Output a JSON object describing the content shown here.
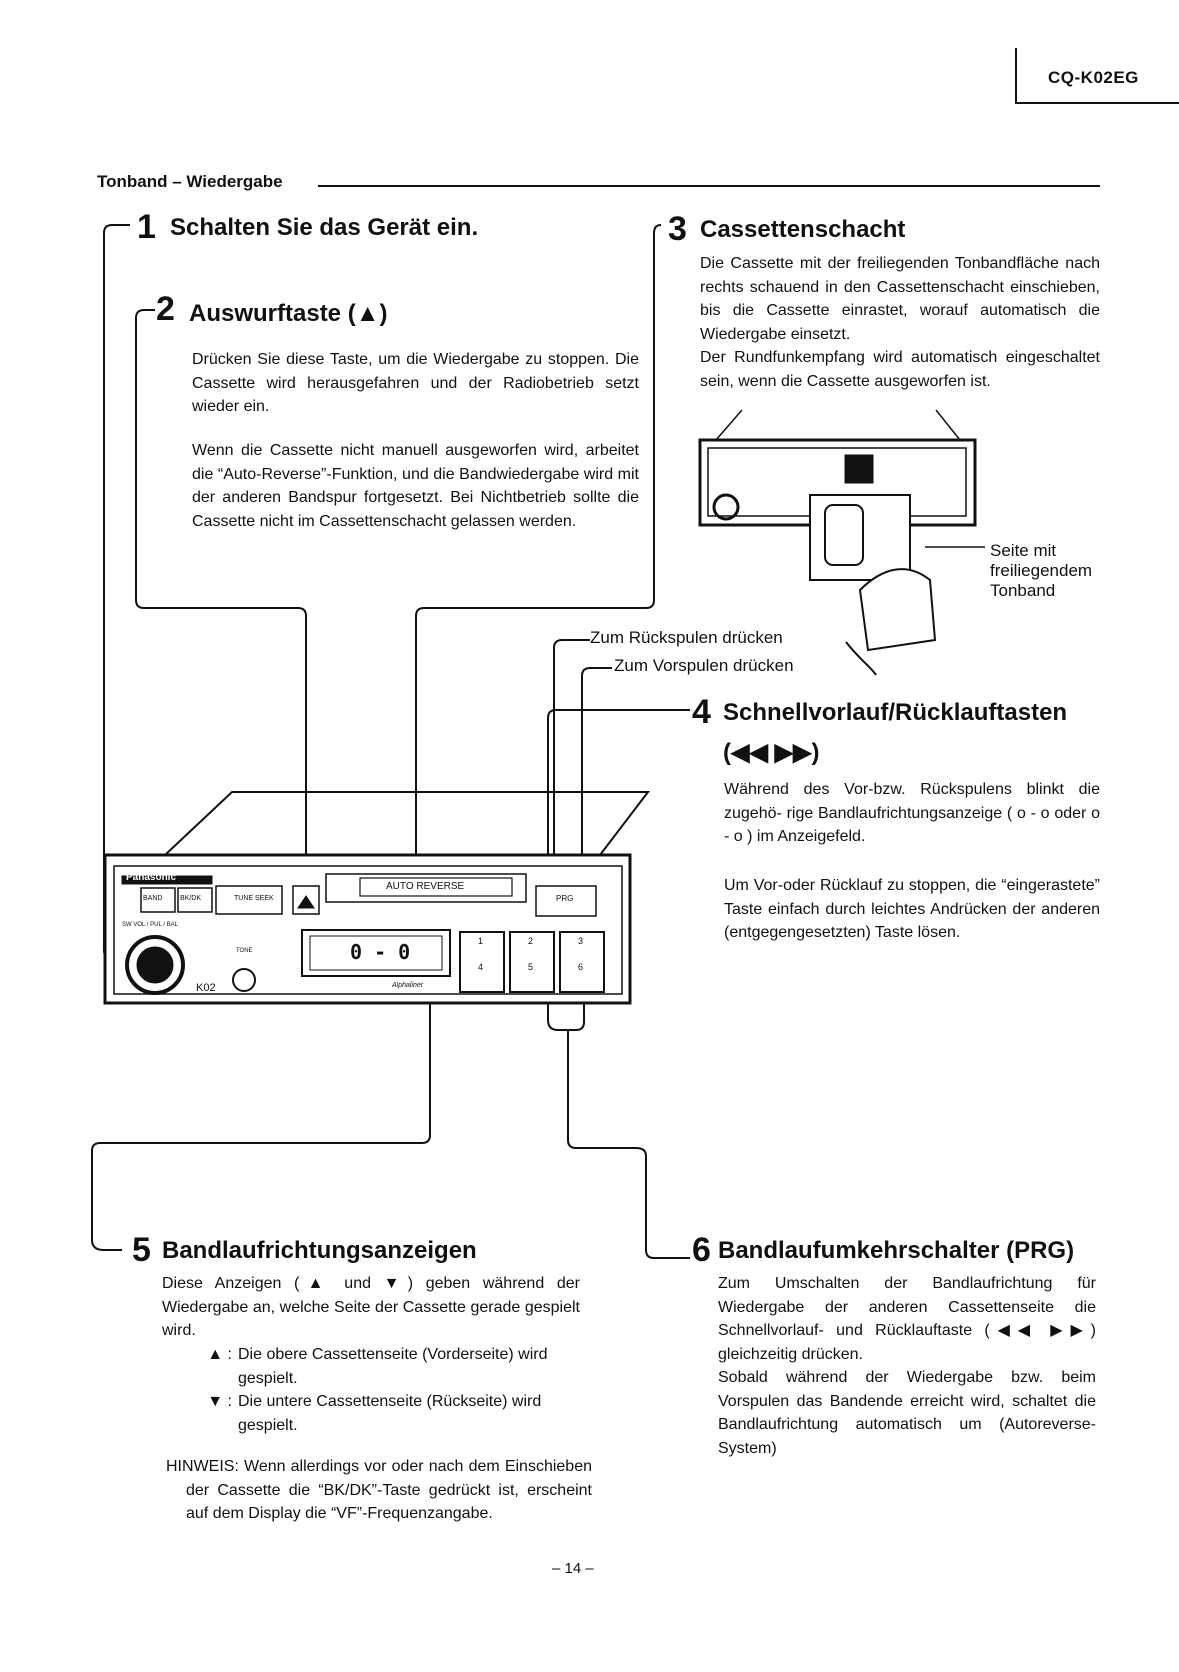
{
  "header": {
    "model": "CQ-K02EG"
  },
  "section_title": "Tonband – Wiedergabe",
  "item1": {
    "number": "1",
    "title": "Schalten Sie das Gerät ein."
  },
  "item2": {
    "number": "2",
    "title": "Auswurftaste (▲)",
    "para1": "Drücken Sie diese Taste, um die Wiedergabe zu stoppen. Die Cassette wird herausgefahren und der Radiobetrieb setzt wieder ein.",
    "para2": "Wenn die Cassette nicht manuell ausgeworfen wird, arbeitet die “Auto-Reverse”-Funktion, und die Bandwiedergabe wird mit der anderen Bandspur fortgesetzt. Bei Nichtbetrieb sollte die Cassette nicht im Cassettenschacht gelassen werden."
  },
  "item3": {
    "number": "3",
    "title": "Cassettenschacht",
    "para1": "Die Cassette mit der freiliegenden Tonbandfläche nach rechts schauend in den Cassettenschacht einschieben, bis die Cassette einrastet, worauf automatisch die Wiedergabe einsetzt.",
    "para2": "Der Rundfunkempfang wird automatisch eingeschaltet sein, wenn die Cassette ausgeworfen ist."
  },
  "callout_tape_side": {
    "line1": "Seite mit",
    "line2": "freiliegendem",
    "line3": "Tonband"
  },
  "callout_rewind": "Zum Rückspulen drücken",
  "callout_forward": "Zum Vorspulen drücken",
  "item4": {
    "number": "4",
    "title": "Schnellvorlauf/Rücklauftasten",
    "title_line2": "(◀◀  ▶▶)",
    "para1": "Während des Vor-bzw. Rückspulens blinkt die zugehö- rige Bandlaufrichtungsanzeige ( o - o oder o - o ) im Anzeigefeld.",
    "para2": "Um Vor-oder Rücklauf zu stoppen, die “eingerastete” Taste einfach durch leichtes Andrücken der anderen (entgegengesetzten) Taste lösen."
  },
  "radio": {
    "brand": "Panasonic",
    "btn_band": "BAND",
    "btn_bkdk": "BK/DK",
    "btn_tune": "TUNE SEEK",
    "slot_label": "AUTO REVERSE",
    "btn_prg": "PRG",
    "knob_label": "SW VOL / PUL / BAL",
    "tone_label": "TONE",
    "model_label": "K02",
    "display_value": "0 - 0",
    "preset1": "1",
    "preset2": "2",
    "preset3": "3",
    "preset4": "4",
    "preset5": "5",
    "preset6": "6",
    "brand2": "Alphaliner"
  },
  "item5": {
    "number": "5",
    "title": "Bandlaufrichtungsanzeigen",
    "para1": "Diese Anzeigen (▲ und ▼) geben während der Wiedergabe an, welche Seite der Cassette gerade gespielt wird.",
    "list": [
      {
        "symbol": "▲ :",
        "text": "Die obere Cassettenseite (Vorderseite) wird gespielt."
      },
      {
        "symbol": "▼ :",
        "text": "Die untere Cassettenseite (Rückseite) wird gespielt."
      }
    ],
    "note": "HINWEIS:  Wenn allerdings vor oder nach dem Einschieben der Cassette die “BK/DK”-Taste gedrückt ist, erscheint auf dem Display die “VF”-Frequenzangabe."
  },
  "item6": {
    "number": "6",
    "title": "Bandlaufumkehrschalter (PRG)",
    "para1": "Zum Umschalten der Bandlaufrichtung für Wiedergabe der anderen Cassettenseite die Schnellvorlauf- und Rücklauftaste (◀◀  ▶▶) gleichzeitig drücken.",
    "para2": "Sobald während der Wiedergabe bzw. beim Vorspulen das Bandende erreicht wird, schaltet die Bandlaufrichtung automatisch um (Autoreverse-System)"
  },
  "footer": {
    "page_number": "– 14 –"
  }
}
